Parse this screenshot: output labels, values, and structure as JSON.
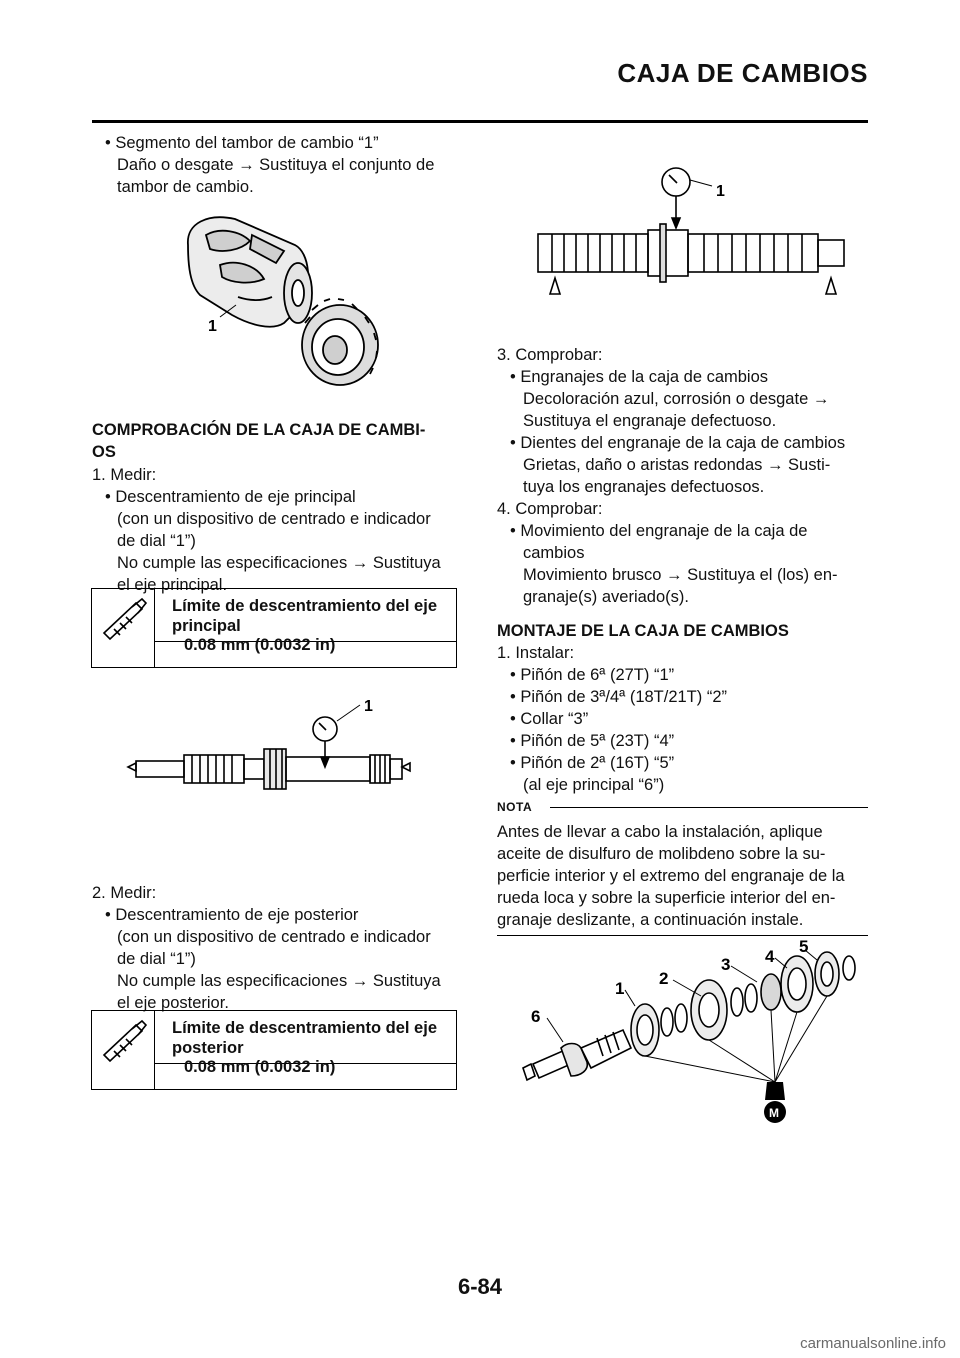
{
  "header": {
    "title": "CAJA DE CAMBIOS"
  },
  "left": {
    "shift_drum": {
      "line1": "• Segmento del tambor de cambio “1”",
      "line2": "Daño o desgate → Sustituya el conjunto de",
      "line3": "tambor de cambio.",
      "callout": "1"
    },
    "section1": {
      "title_l1": "COMPROBACIÓN DE LA CAJA DE CAMBI-",
      "title_l2": "OS"
    },
    "step1": {
      "num": "1. Medir:",
      "bullet": "• Descentramiento de eje principal",
      "l1": "(con un dispositivo de centrado e indicador",
      "l2": "de dial “1”)",
      "l3": "No cumple las especificaciones → Sustituya",
      "l4": "el eje principal."
    },
    "spec1": {
      "l1": "Límite de descentramiento del eje",
      "l2": "principal",
      "value": "0.08 mm (0.0032 in)"
    },
    "fig_main_callout": "1",
    "step2": {
      "num": "2. Medir:",
      "bullet": "• Descentramiento de eje posterior",
      "l1": "(con un dispositivo de centrado e indicador",
      "l2": "de dial “1”)",
      "l3": "No cumple las especificaciones → Sustituya",
      "l4": "el eje posterior."
    },
    "spec2": {
      "l1": "Límite de descentramiento del eje",
      "l2": "posterior",
      "value": "0.08 mm (0.0032 in)"
    }
  },
  "right": {
    "fig_drive_callout": "1",
    "step3": {
      "num": "3. Comprobar:",
      "b1": "• Engranajes de la caja de cambios",
      "b1l1": "Decoloración azul, corrosión o desgate →",
      "b1l2": "Sustituya el engranaje defectuoso.",
      "b2": "• Dientes del engranaje de la caja de cambios",
      "b2l1": "Grietas, daño o aristas redondas → Susti-",
      "b2l2": "tuya los engranajes defectuosos."
    },
    "step4": {
      "num": "4. Comprobar:",
      "b1": "• Movimiento del engranaje de la caja de",
      "b1l1": "cambios",
      "b1l2": "Movimiento brusco → Sustituya el (los) en-",
      "b1l3": "granaje(s) averiado(s)."
    },
    "section2": {
      "title": "MONTAJE DE LA CAJA DE CAMBIOS"
    },
    "install": {
      "num": "1. Instalar:",
      "items": [
        "• Piñón de 6ª (27T) “1”",
        "• Piñón de 3ª/4ª (18T/21T) “2”",
        "• Collar “3”",
        "• Piñón de 5ª (23T) “4”",
        "• Piñón de 2ª (16T) “5”"
      ],
      "tail": "(al eje principal “6”)"
    },
    "nota": {
      "label": "NOTA",
      "lines": [
        "Antes de llevar a cabo la instalación, aplique",
        "aceite de disulfuro de molibdeno sobre la su-",
        "perficie interior y el extremo del engranaje de la",
        "rueda loca y sobre la superficie interior del en-",
        "granaje deslizante, a continuación instale."
      ]
    },
    "fig_assembly": {
      "c1": "1",
      "c2": "2",
      "c3": "3",
      "c4": "4",
      "c5": "5",
      "c6": "6",
      "oil_mark": "M"
    }
  },
  "footer": {
    "page_number": "6-84",
    "watermark": "carmanualsonline.info"
  }
}
